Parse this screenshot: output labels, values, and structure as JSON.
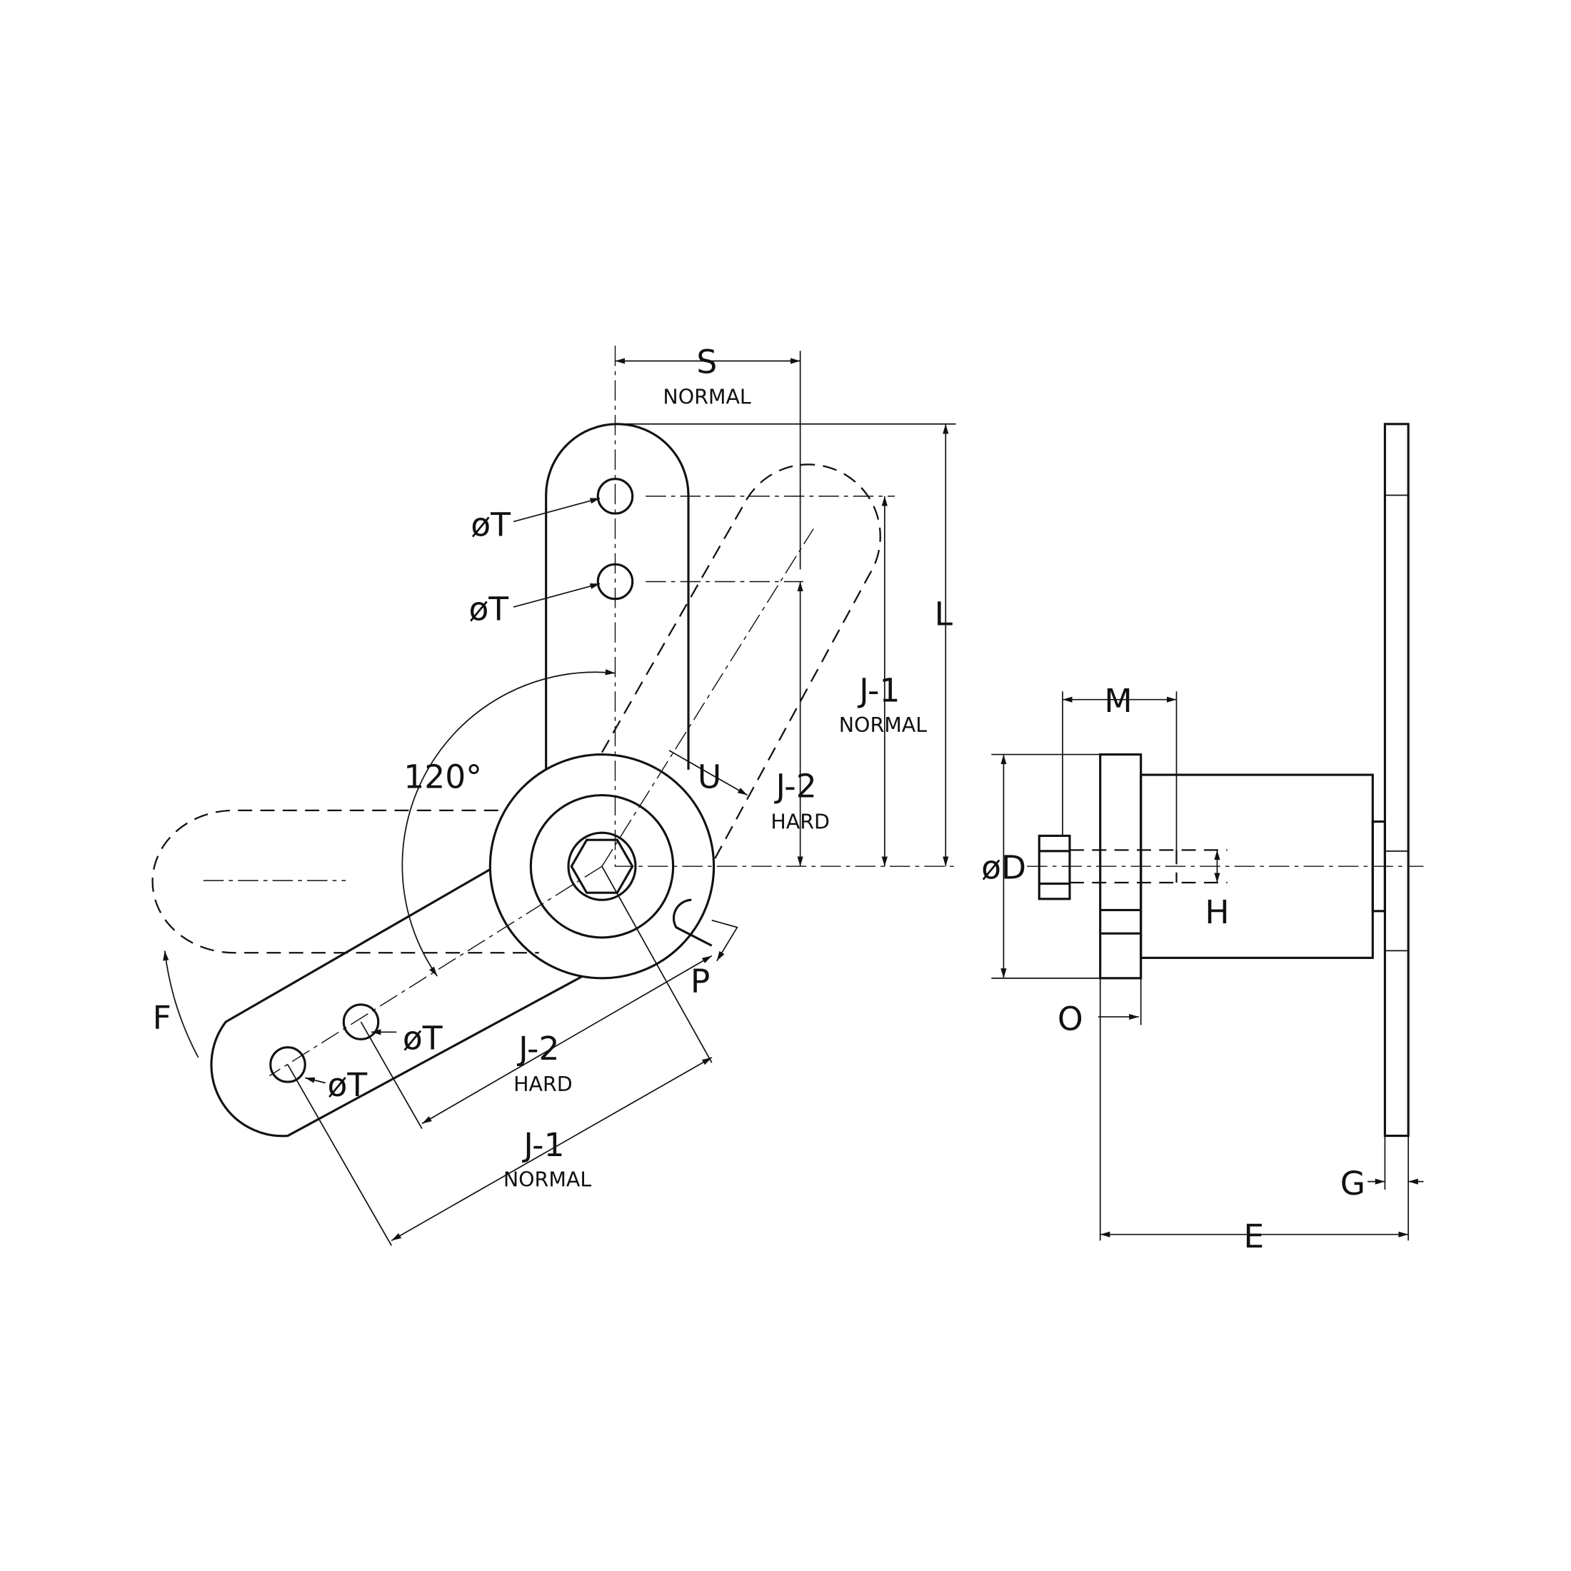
{
  "labels": {
    "S": "S",
    "S_sub": "NORMAL",
    "T1": "øT",
    "T2": "øT",
    "T3": "øT",
    "T4": "øT",
    "L": "L",
    "J1v": "J-1",
    "J1v_sub": "NORMAL",
    "J2v": "J-2",
    "J2v_sub": "HARD",
    "U": "U",
    "angle": "120°",
    "P": "P",
    "F": "F",
    "J2d": "J-2",
    "J2d_sub": "HARD",
    "J1d": "J-1",
    "J1d_sub": "NORMAL",
    "M": "M",
    "D": "øD",
    "H": "H",
    "O": "O",
    "G": "G",
    "E": "E"
  },
  "colors": {
    "line": "#111111",
    "background": "#ffffff"
  }
}
